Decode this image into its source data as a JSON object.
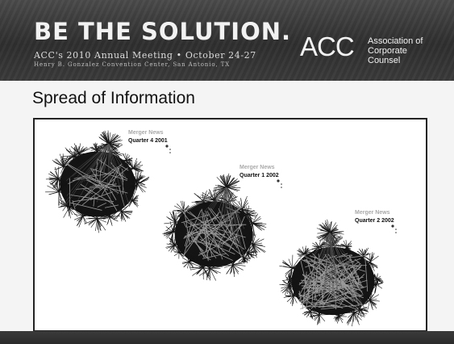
{
  "header": {
    "headline": "BE THE SOLUTION.",
    "meeting": "ACC's 2010 Annual Meeting • October 24-27",
    "venue": "Henry B. Gonzalez Convention Center, San Antonio, TX",
    "logo_mark": "ACC",
    "logo_line1": "Association of",
    "logo_line2": "Corporate Counsel"
  },
  "slide": {
    "title": "Spread of Information"
  },
  "graphs": [
    {
      "series": "Merger News",
      "period": "Quarter 4 2001"
    },
    {
      "series": "Merger News",
      "period": "Quarter 1 2002"
    },
    {
      "series": "Merger News",
      "period": "Quarter 2 2002"
    }
  ],
  "colors": {
    "header_bg": "#333333",
    "text_light": "#f2f2f2",
    "graph_dark": "#141414",
    "graph_light": "#9a9a9a"
  }
}
